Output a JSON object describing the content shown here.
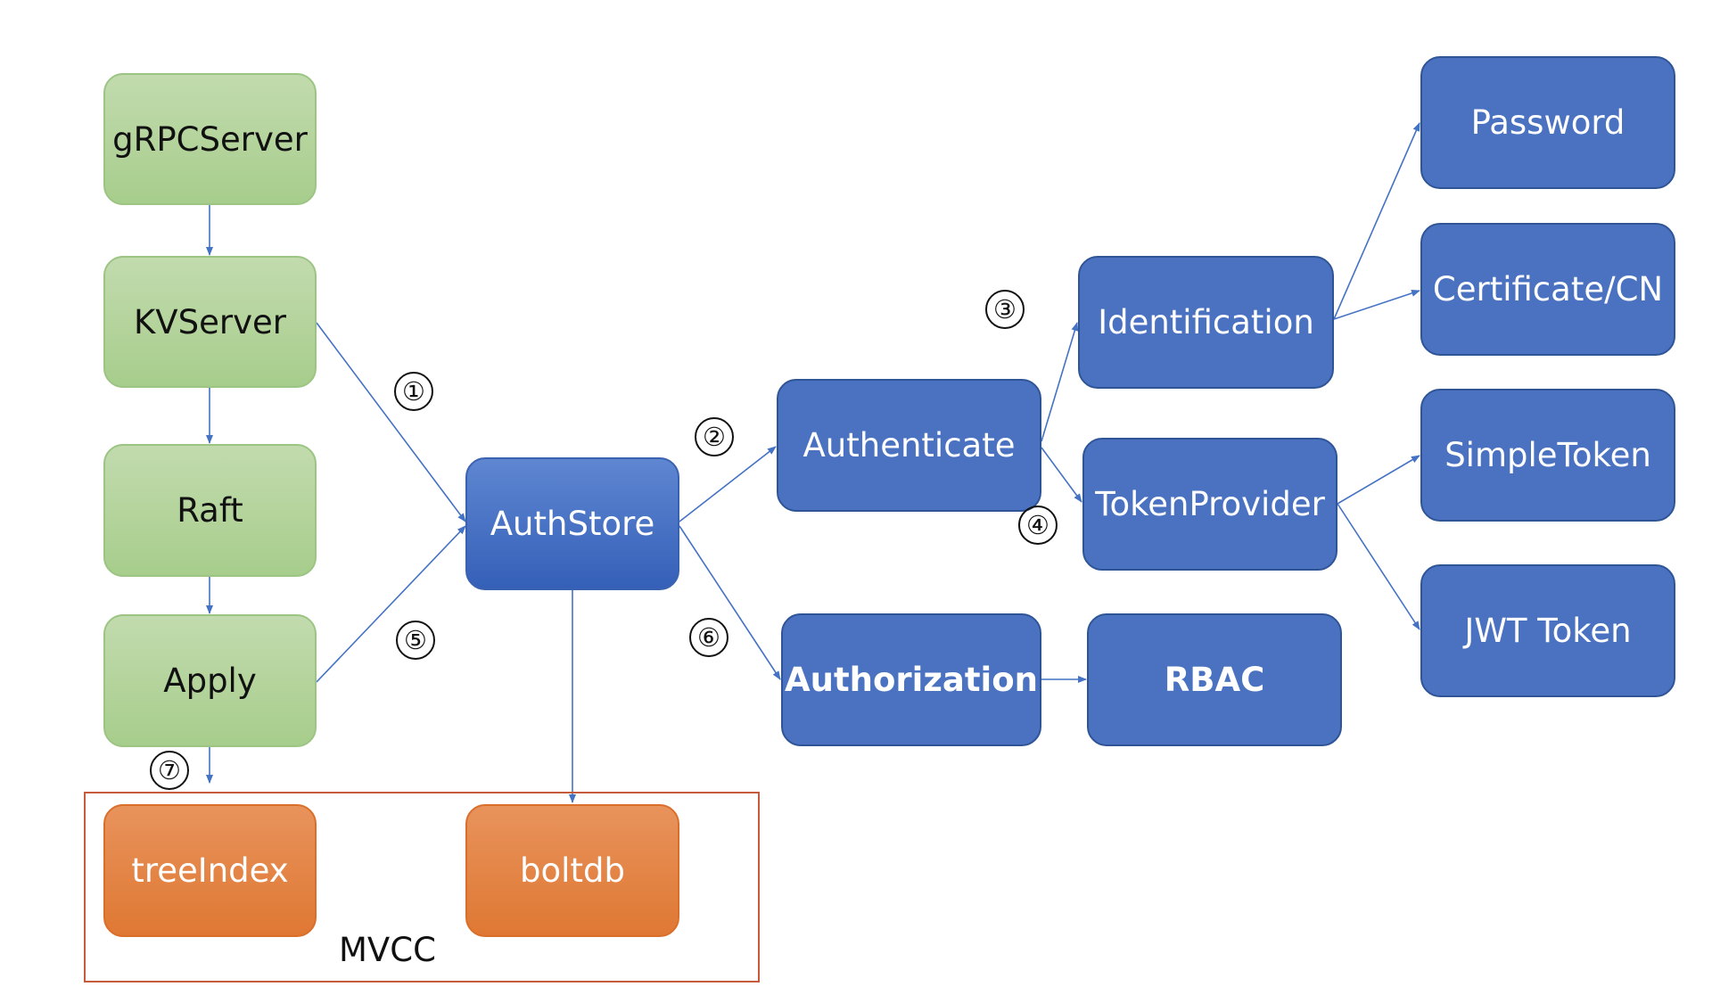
{
  "nodes": {
    "grpcserver": "gRPCServer",
    "kvserver": "KVServer",
    "raft": "Raft",
    "apply": "Apply",
    "authstore": "AuthStore",
    "authenticate": "Authenticate",
    "authorization": "Authorization",
    "identification": "Identification",
    "tokenprovider": "TokenProvider",
    "rbac": "RBAC",
    "password": "Password",
    "certificate": "Certificate/CN",
    "simpletoken": "SimpleToken",
    "jwttoken": "JWT Token",
    "treeindex": "treeIndex",
    "boltdb": "boltdb"
  },
  "group": {
    "mvcc": "MVCC"
  },
  "steps": [
    "①",
    "②",
    "③",
    "④",
    "⑤",
    "⑥",
    "⑦"
  ],
  "colors": {
    "green": "#a9cf8e",
    "blue": "#4a72c1",
    "orange": "#e07a38",
    "edge": "#4472c4",
    "group_border": "#c55a3c"
  }
}
